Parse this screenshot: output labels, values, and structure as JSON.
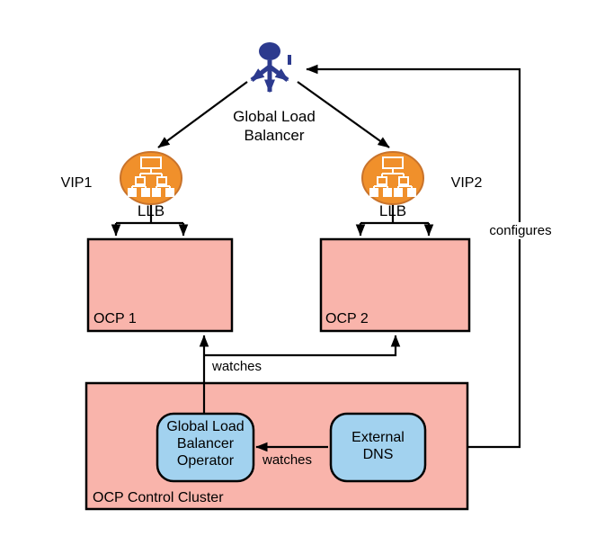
{
  "diagram": {
    "nodes": {
      "global_load_balancer": {
        "label": "Global Load\nBalancer"
      },
      "vip1": {
        "label": "VIP1"
      },
      "vip2": {
        "label": "VIP2"
      },
      "llb1": {
        "label": "LLB"
      },
      "llb2": {
        "label": "LLB"
      },
      "ocp1": {
        "label": "OCP 1"
      },
      "ocp2": {
        "label": "OCP 2"
      },
      "control_cluster": {
        "label": "OCP Control Cluster"
      },
      "glb_operator": {
        "label": "Global Load\nBalancer\nOperator"
      },
      "external_dns": {
        "label": "External\nDNS"
      }
    },
    "edges": {
      "watches_ocp": {
        "label": "watches"
      },
      "watches_dns": {
        "label": "watches"
      },
      "configures": {
        "label": "configures"
      }
    },
    "colors": {
      "pink": "#F9B4AB",
      "blue": "#A2D2EF",
      "orange": "#F0902B",
      "orange_dark": "#C9732B",
      "navy": "#2C3A8E",
      "edge": "#000000",
      "background": "#FFFFFF"
    }
  }
}
